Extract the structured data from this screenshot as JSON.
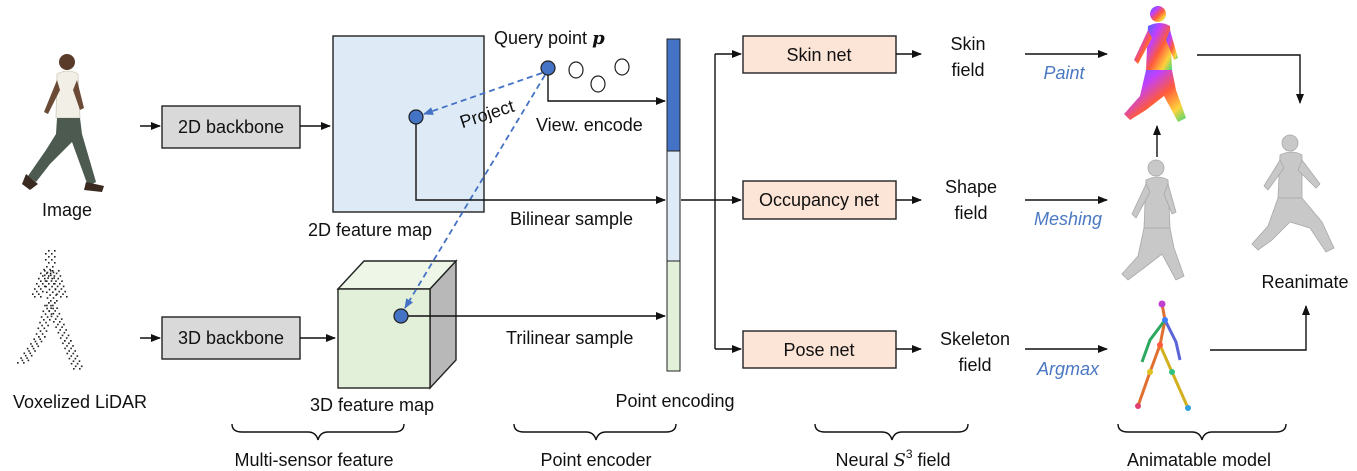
{
  "inputs": {
    "image_label": "Image",
    "lidar_label": "Voxelized LiDAR"
  },
  "backbones": {
    "b2d": "2D backbone",
    "b3d": "3D backbone"
  },
  "feature_maps": {
    "map2d": "2D feature map",
    "map3d": "3D feature map"
  },
  "encoder": {
    "query_prefix": "Query point ",
    "query_symbol": "p",
    "project": "Project",
    "view_encode": "View. encode",
    "bilinear": "Bilinear sample",
    "trilinear": "Trilinear sample",
    "point_encoding": "Point encoding"
  },
  "nets": {
    "skin": "Skin net",
    "occupancy": "Occupancy net",
    "pose": "Pose net"
  },
  "fields": {
    "skin_1": "Skin",
    "skin_2": "field",
    "shape_1": "Shape",
    "shape_2": "field",
    "skeleton_1": "Skeleton",
    "skeleton_2": "field"
  },
  "ops": {
    "paint": "Paint",
    "meshing": "Meshing",
    "argmax": "Argmax"
  },
  "output": {
    "reanimate": "Reanimate"
  },
  "stages": {
    "multi_sensor": "Multi-sensor feature",
    "point_encoder": "Point encoder",
    "neural_prefix": "Neural ",
    "neural_s": "S",
    "neural_sup": "3",
    "neural_suffix": " field",
    "animatable": "Animatable model"
  },
  "colors": {
    "peach": "#fce4d6",
    "gray_box": "#d9d9d9",
    "map2d": "#deebf7",
    "map3d_front": "#e2f0d9",
    "dashed_blue": "#4472c4",
    "op_blue": "#4a78c2"
  }
}
